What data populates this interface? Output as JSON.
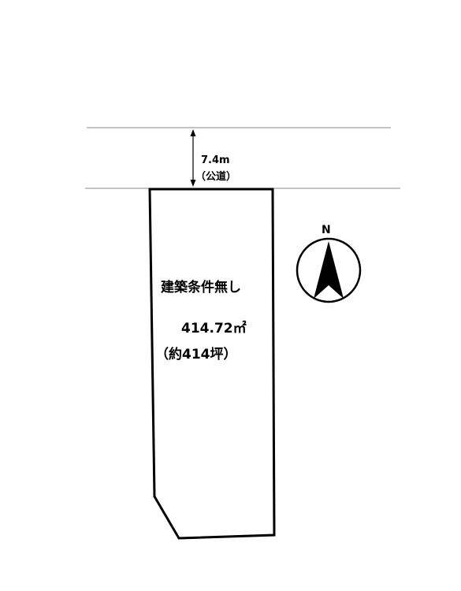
{
  "road": {
    "width_label": "7.4m",
    "type_label": "（公道）"
  },
  "lot": {
    "condition": "建築条件無し",
    "area_sqm": "414.72㎡",
    "area_tsubo": "（約414坪）"
  },
  "compass": {
    "north_label": "N",
    "icon": "north-arrow-icon"
  },
  "colors": {
    "line": "#000000",
    "road_line": "#888888",
    "background": "#ffffff"
  }
}
